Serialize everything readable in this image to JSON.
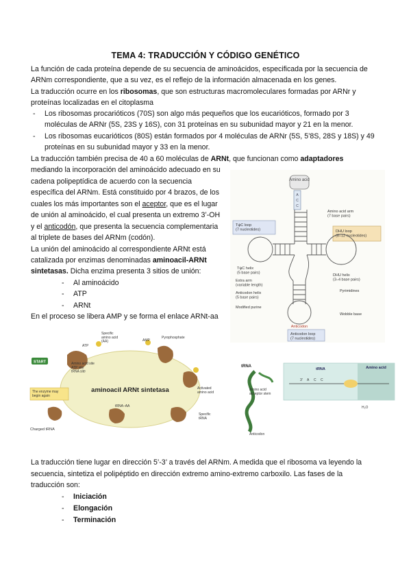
{
  "title": "TEMA 4: TRADUCCIÓN Y CÓDIGO GENÉTICO",
  "intro": {
    "l1": "La función de cada proteína depende de su secuencia de aminoácidos, especificada por la secuencia de",
    "l2": "ARNm correspondiente, que a su vez, es el reflejo de la información almacenada en los genes."
  },
  "ribo": {
    "l1_pre": "La traducción ocurre en los ",
    "l1_bold": "ribosomas",
    "l1_post": ", que son estructuras macromoleculares formadas por ARNr y",
    "l2": "proteínas localizadas en el citoplasma",
    "bullets": [
      {
        "a": "Los ribosomas procarióticos (70S) son algo más pequeños que los eucarióticos, formado por 3",
        "b": "moléculas de ARNr (5S, 23S y 16S), con 31 proteínas en su subunidad mayor y 21 en la menor."
      },
      {
        "a": "Los ribosomas eucarióticos (80S) están formados por 4 moléculas de ARNr (5S, 5’8S, 28S y 18S) y 49",
        "b": "proteínas en su  subunidad mayor y 33 en la  menor."
      }
    ]
  },
  "trna": {
    "l1_pre": "La traducción también precisa de 40  a 60  moléculas de ",
    "l1_bold": "ARNt",
    "l1_mid": ", que funcionan como ",
    "l1_bold2": "adaptadores",
    "l2": "mediando la incorporación del aminoácido adecuado en su",
    "l3": "cadena polipeptídica de acuerdo con la secuencia",
    "l4": "específica del ARNm.  Está constituido por 4 brazos, de los",
    "l5_pre": "cuales los más importantes son el ",
    "l5_u": "aceptor",
    "l5_post": ", que es el lugar",
    "l6": "de unión al aminoácido, el cual  presenta un extremo 3’-OH",
    "l7_pre": "y el ",
    "l7_u": "anticodón",
    "l7_post": ", que presenta la secuencia complementaria",
    "l8": "al triplete de bases del ARNm (codón)."
  },
  "union": {
    "l1": "La unión del aminoácido al correspondiente ARNt está",
    "l2_pre": "catalizada por enzimas denominadas ",
    "l2_bold": "aminoacil-ARNt",
    "l3_bold": "sintetasas.",
    "l3_post": " Dicha enzima presenta 3  sitios de unión:",
    "items": [
      "Al aminoácido",
      "ATP",
      "ARNt"
    ],
    "l4": "En  el proceso se libera AMP y se forma el enlace ARNt-aa"
  },
  "trans": {
    "l1": "La traducción tiene lugar en dirección 5’-3’  a través del ARNm.  A medida que el ribosoma va leyendo la",
    "l2": "secuencia, sintetiza el polipéptido en dirección extremo amino-extremo carboxilo.  Las fases de la",
    "l3": "traducción son:",
    "phases": [
      "Iniciación",
      "Elongación",
      "Terminación"
    ]
  },
  "dash": "-",
  "fig_trna": {
    "top": "Amino acid",
    "bases": [
      "A",
      "C",
      "C"
    ],
    "acceptor": "Amino acid arm\n(7 base pairs)",
    "tpsi_loop": "TψC loop\n(7 nucleotides)",
    "dhu_loop": "DHU loop\n(8–12 nucleotides)",
    "tpsi_helix": "TψC helix\n(5 base pairs)",
    "dhu_helix": "DHU helix\n(3–4 base pairs)",
    "extra": "Extra arm\n(variable length)",
    "anti_helix": "Anticodon helix\n(5 base pairs)",
    "pyr": "Pyrimidines",
    "mod": "Modified purine",
    "wobble": "Wobble base",
    "anticodon": "Anticodon",
    "anti_loop": "Anticodon loop\n(7 nucleotides)"
  },
  "fig_cycle": {
    "center": "aminoacil ARNt sintetasa",
    "start": "START",
    "reuse": "The enzyme may\nbegin again",
    "specific_aa": "Specific\namino acid\n(AA)",
    "atp": "ATP",
    "amp": "AMP",
    "ppi": "Pyrophosphate",
    "aa_site": "Amino acid site\nATP site\ntRNA site",
    "activated": "Activated\namino acid",
    "specific_trna": "Specific\ntRNA",
    "trna_aa": "tRNA–AA",
    "charged": "Charged tRNA"
  },
  "fig_bond": {
    "trna": "tRNA",
    "trna2": "tRNA",
    "aa": "Amino acid",
    "site": "Amino acid\nacceptor stem",
    "anticodon": "Anticodon",
    "h2o": "H₂O",
    "bases": [
      "3'",
      "A",
      "C",
      "C"
    ]
  },
  "colors": {
    "cycle_fill": "#f2f0c8",
    "enzyme": "#9b6a3c",
    "bond_bg": "#d8ece8",
    "trna_green": "#3d7a3a"
  }
}
